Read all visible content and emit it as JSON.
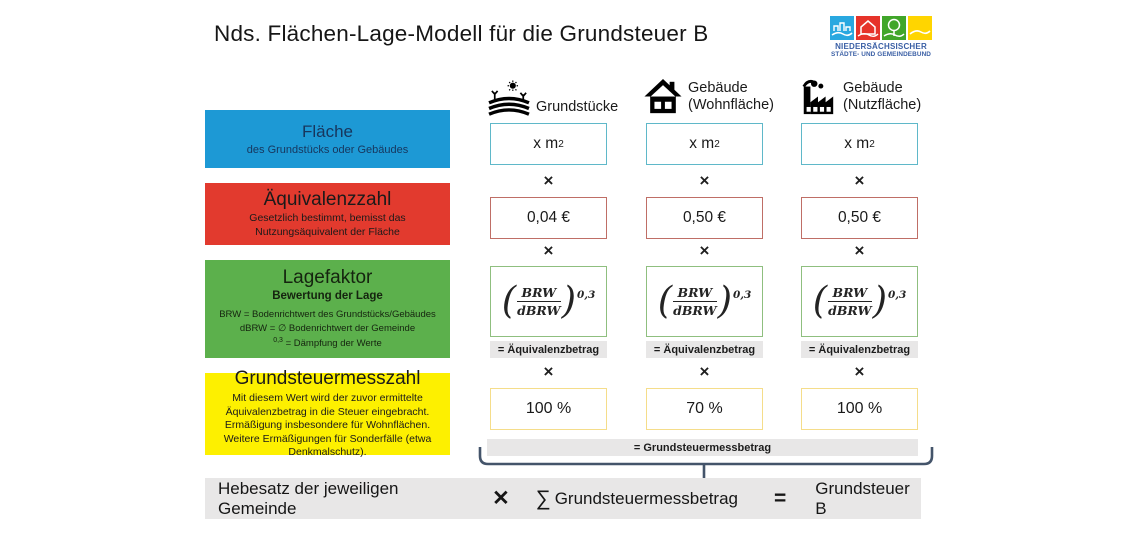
{
  "title": "Nds. Flächen-Lage-Modell für die Grundsteuer B",
  "logo": {
    "name_line1": "NIEDERSÄCHSISCHER",
    "name_line2": "STÄDTE- UND GEMEINDEBUND",
    "square_colors": {
      "blue": "#29a8e0",
      "red": "#e6332a",
      "green": "#41a62a",
      "yellow": "#ffd500"
    }
  },
  "factors": {
    "flaeche": {
      "title": "Fläche",
      "subtitle": "des Grundstücks oder Gebäudes"
    },
    "aequivalenzzahl": {
      "title": "Äquivalenzzahl",
      "subtitle": "Gesetzlich bestimmt, bemisst das Nutzungsäquivalent der Fläche"
    },
    "lagefaktor": {
      "title": "Lagefaktor",
      "subtitle": "Bewertung der Lage",
      "line1": "BRW = Bodenrichtwert des Grundstücks/Gebäudes",
      "line2": "dBRW = ∅ Bodenrichtwert der Gemeinde",
      "line3_sup": "0,3",
      "line3": " = Dämpfung der  Werte"
    },
    "grundsteuermesszahl": {
      "title": "Grundsteuermesszahl",
      "subtitle": "Mit diesem Wert wird der zuvor ermittelte Äquivalenzbetrag in die Steuer  eingebracht.  Ermäßigung insbesondere für Wohnflächen. Weitere Ermäßigungen für Sonderfälle (etwa Denkmalschutz)."
    }
  },
  "columns": [
    {
      "icon": "field-icon",
      "header": "Grundstücke",
      "header2": "",
      "area": "x m",
      "area_sup": "2",
      "rate": "0,04 €",
      "percent": "100 %"
    },
    {
      "icon": "house-icon",
      "header": "Gebäude",
      "header2": "(Wohnfläche)",
      "area": "x m",
      "area_sup": "2",
      "rate": "0,50 €",
      "percent": "70 %"
    },
    {
      "icon": "factory-icon",
      "header": "Gebäude",
      "header2": "(Nutzfläche)",
      "area": "x m",
      "area_sup": "2",
      "rate": "0,50 €",
      "percent": "100 %"
    }
  ],
  "formula": {
    "open": "(",
    "num": "BRW",
    "den": "dBRW",
    "close": ")",
    "exp": "0,3"
  },
  "times": "×",
  "labels": {
    "aequivalenzbetrag": "= Äquivalenzbetrag",
    "grundsteuermessbetrag": "= Grundsteuermessbetrag"
  },
  "bottom": {
    "hebesatz": "Hebesatz der jeweiligen Gemeinde",
    "times": "✕",
    "sigma": "∑",
    "sum_label": "Grundsteuermessbetrag",
    "equals": "=",
    "result": "Grundsteuer B"
  },
  "colors": {
    "flaeche_fill": "#1d99d5",
    "aequivalenzzahl_fill": "#e23a2e",
    "lagefaktor_fill": "#5cb04c",
    "grundsteuermesszahl_fill": "#fdf000",
    "area_box_border": "#5fb8c9",
    "rate_box_border": "#bf6e66",
    "formula_box_border": "#8fbf7f",
    "percent_box_border": "#f5dd8a",
    "gray_bar": "#e8e7e7",
    "brace": "#44546a"
  }
}
